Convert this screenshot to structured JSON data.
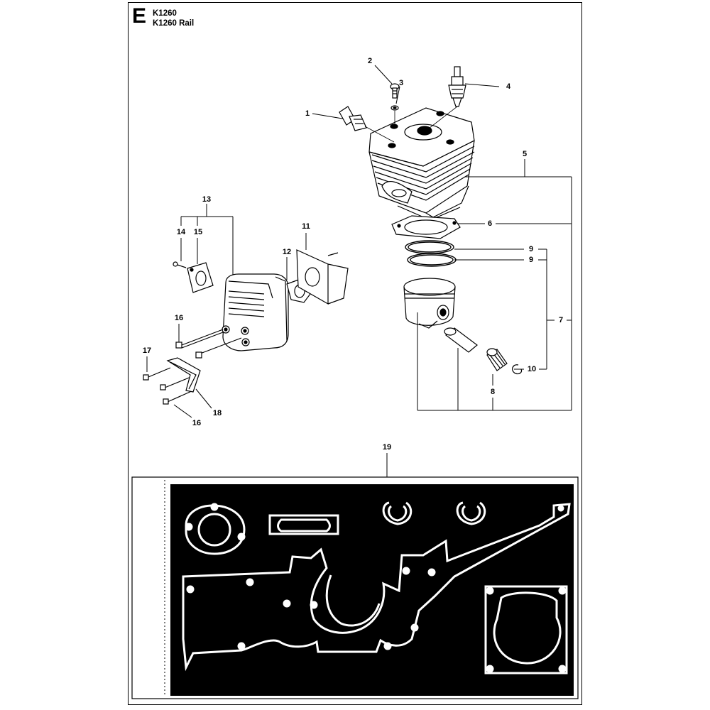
{
  "section": "E",
  "models": [
    "K1260",
    "K1260 Rail"
  ],
  "callouts": [
    {
      "id": "c1",
      "label": "1"
    },
    {
      "id": "c2",
      "label": "2"
    },
    {
      "id": "c3",
      "label": "3"
    },
    {
      "id": "c4",
      "label": "4"
    },
    {
      "id": "c5",
      "label": "5"
    },
    {
      "id": "c6",
      "label": "6"
    },
    {
      "id": "c7",
      "label": "7"
    },
    {
      "id": "c8",
      "label": "8"
    },
    {
      "id": "c9a",
      "label": "9"
    },
    {
      "id": "c9b",
      "label": "9"
    },
    {
      "id": "c10",
      "label": "10"
    },
    {
      "id": "c11",
      "label": "11"
    },
    {
      "id": "c12",
      "label": "12"
    },
    {
      "id": "c13",
      "label": "13"
    },
    {
      "id": "c14",
      "label": "14"
    },
    {
      "id": "c15",
      "label": "15"
    },
    {
      "id": "c16a",
      "label": "16"
    },
    {
      "id": "c16b",
      "label": "16"
    },
    {
      "id": "c17",
      "label": "17"
    },
    {
      "id": "c18",
      "label": "18"
    },
    {
      "id": "c19",
      "label": "19"
    }
  ],
  "colors": {
    "ink": "#000000",
    "paper": "#ffffff",
    "gasket_sheet": "#000000",
    "gasket": "#ffffff"
  }
}
